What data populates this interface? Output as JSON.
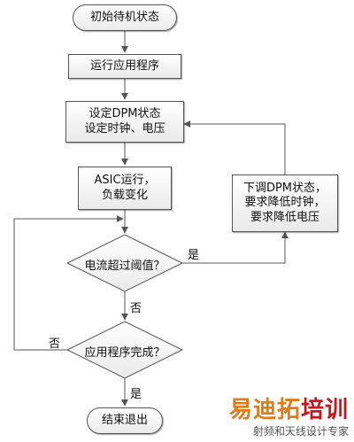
{
  "nodes": {
    "start": "初始待机状态",
    "run_app": "运行应用程序",
    "set_dpm": [
      "设定DPM状态",
      "设定时钟、电压"
    ],
    "asic": [
      "ASIC运行，",
      "负载变化"
    ],
    "current_check": "电流超过阈值？",
    "lower_dpm": [
      "下调DPM状态，",
      "要求降低时钟，",
      "要求降低电压"
    ],
    "app_done": "应用程序完成？",
    "end": "结束退出"
  },
  "edge_labels": {
    "current_yes": "是",
    "current_no": "否",
    "done_no": "否",
    "done_yes": "是"
  },
  "watermark": {
    "main_a": "易迪拓",
    "main_b": "培训",
    "sub": "射频和天线设计专家"
  },
  "colors": {
    "stroke": "#555555",
    "fill_top": "#ffffff",
    "fill_bottom": "#eaeaea",
    "watermark_orange": "#e07b1a",
    "watermark_red": "#c8161d"
  }
}
